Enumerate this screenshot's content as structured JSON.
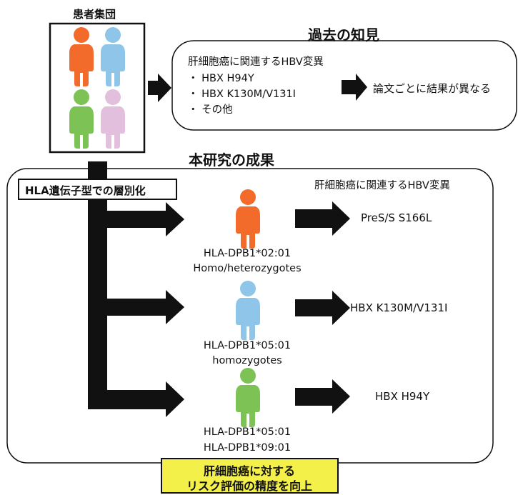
{
  "patients": {
    "title": "患者集団",
    "figures": [
      {
        "color": "#f26b2a"
      },
      {
        "color": "#8ec5e8"
      },
      {
        "color": "#7cc255"
      },
      {
        "color": "#e2bfdd"
      }
    ]
  },
  "past": {
    "title": "過去の知見",
    "heading": "肝細胞癌に関連するHBV変異",
    "items": [
      "・ HBX H94Y",
      "・ HBX K130M/V131I",
      "・ その他"
    ],
    "conclusion": "論文ごとに結果が異なる"
  },
  "study": {
    "title": "本研究の成果",
    "strat_label": "HLA遺伝子型での層別化",
    "mutation_header": "肝細胞癌に関連するHBV変異",
    "groups": [
      {
        "color": "#f26b2a",
        "genotype_line1": "HLA-DPB1*02:01",
        "genotype_line2": "Homo/heterozygotes",
        "mutation": "PreS/S S166L"
      },
      {
        "color": "#8ec5e8",
        "genotype_line1": "HLA-DPB1*05:01",
        "genotype_line2": "homozygotes",
        "mutation": "HBX K130M/V131I"
      },
      {
        "color": "#7cc255",
        "genotype_line1": "HLA-DPB1*05:01",
        "genotype_line2": "HLA-DPB1*09:01",
        "mutation": "HBX H94Y"
      }
    ]
  },
  "outcome": {
    "line1": "肝細胞癌に対する",
    "line2": "リスク評価の精度を向上",
    "bg_color": "#f4f04a"
  }
}
